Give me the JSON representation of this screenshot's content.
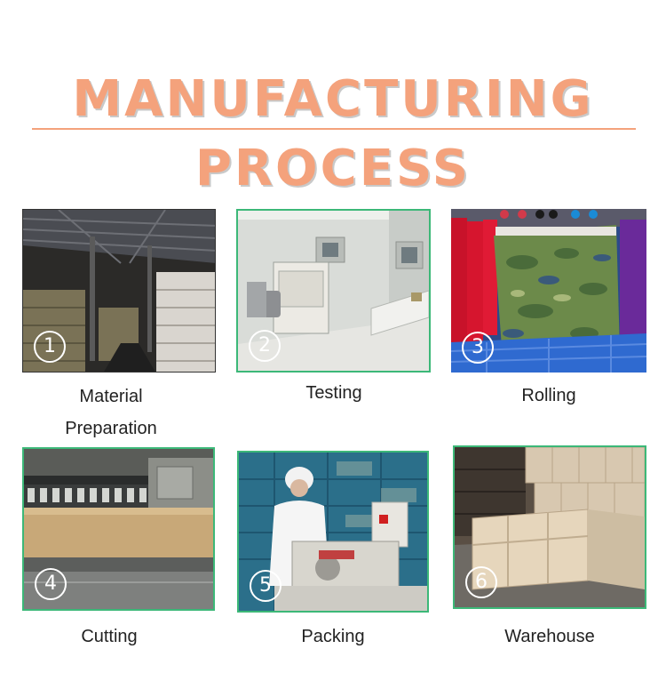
{
  "title": {
    "line1": "MANUFACTURING",
    "line2": "PROCESS"
  },
  "accent_color": "#f4a27c",
  "frame_color": "#3cb878",
  "steps": [
    {
      "number": "1",
      "caption_line1": "Material",
      "caption_line2": "Preparation"
    },
    {
      "number": "2",
      "caption_line1": "Testing"
    },
    {
      "number": "3",
      "caption_line1": "Rolling"
    },
    {
      "number": "4",
      "caption_line1": "Cutting"
    },
    {
      "number": "5",
      "caption_line1": "Packing"
    },
    {
      "number": "6",
      "caption_line1": "Warehouse"
    }
  ]
}
